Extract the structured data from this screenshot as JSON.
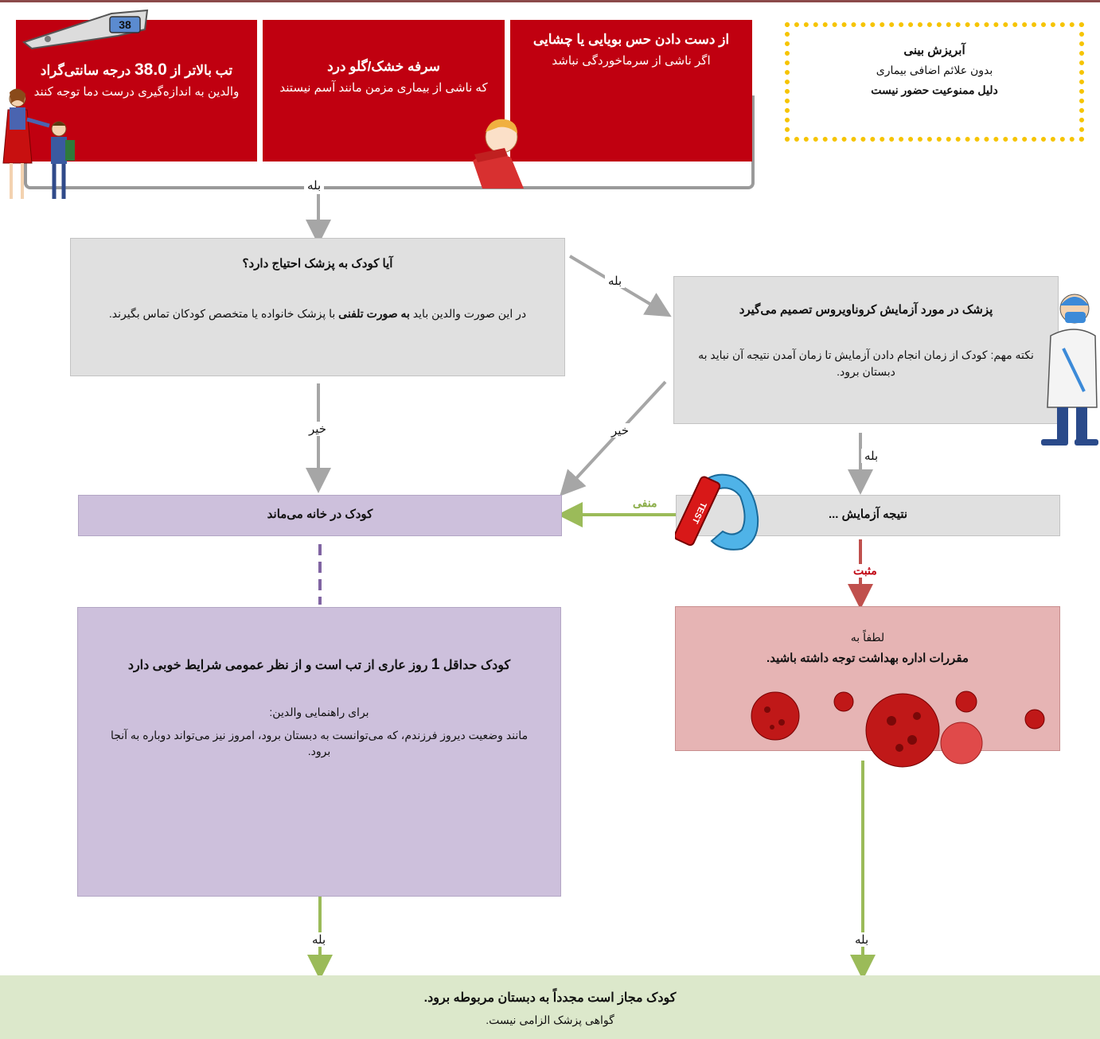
{
  "symptoms": [
    {
      "title_pre": "تب بالاتر از ",
      "title_num": "38.0",
      "title_post": " درجه سانتی‌گراد",
      "desc": "والدین به اندازه‌گیری درست دما توجه کنند"
    },
    {
      "title": "سرفه خشک/گلو درد",
      "desc": "که ناشی از بیماری مزمن مانند آسم نیستند"
    },
    {
      "title": "از دست دادن حس بویایی یا چشایی",
      "desc": "اگر ناشی از سرماخوردگی نباشد"
    }
  ],
  "thermometer_reading": "38",
  "runny_nose": {
    "title": "آبریزش بینی",
    "line1": "بدون علائم اضافی بیماری",
    "line2": "دلیل ممنوعیت حضور نیست"
  },
  "labels": {
    "yes": "بله",
    "no": "خیر",
    "negative": "منفی",
    "positive": "مثبت"
  },
  "doctor_needed": {
    "title": "آیا کودک به پزشک احتیاج دارد؟",
    "body_pre": "در این صورت والدین باید ",
    "body_bold": "به صورت تلفنی",
    "body_post": " با پزشک خانواده یا متخصص کودکان تماس بگیرند."
  },
  "doctor_decides": {
    "title": "پزشک در مورد آزمایش کروناویروس تصمیم می‌گیرد",
    "body": "نکته مهم: کودک از زمان انجام دادن آزمایش تا زمان آمدن نتیجه آن نباید به دبستان برود."
  },
  "stays_home": {
    "title": "کودک در خانه می‌ماند"
  },
  "test_result": {
    "title": "نتیجه آزمایش ...",
    "kit_label": "TEST"
  },
  "fever_free": {
    "title_pre": "کودک حداقل ",
    "title_num": "1",
    "title_post": " روز عاری از تب است و از نظر عمومی شرایط خوبی دارد",
    "guide_label": "برای راهنمایی والدین:",
    "guide_text": "مانند وضعیت دیروز فرزندم، که می‌توانست به دبستان برود، امروز نیز می‌تواند دوباره به آنجا برود."
  },
  "health_office": {
    "line1": "لطفاً به",
    "line2": "مقررات اداره بهداشت توجه داشته باشید."
  },
  "return_school": {
    "title": "کودک مجاز است مجدداً به دبستان مربوطه برود.",
    "body": "گواهی پزشک الزامی نیست."
  },
  "colors": {
    "red": "#c00010",
    "gray": "#e0e0e0",
    "purple": "#cdc0dc",
    "pink": "#e6b4b4",
    "green": "#dce8cb",
    "arrow_gray": "#a6a6a6",
    "arrow_green": "#9bbb59",
    "arrow_red": "#c0504d",
    "dashed_purple": "#8064a2",
    "dotted_yellow": "#f6c400"
  }
}
